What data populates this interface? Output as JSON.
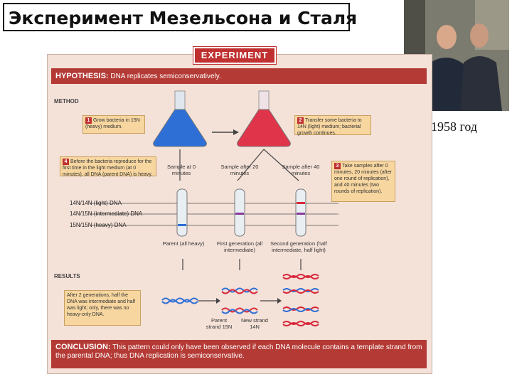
{
  "slide": {
    "title": "Эксперимент Мезельсона и Сталя",
    "photo_caption": "1958 год"
  },
  "figure": {
    "badge": "EXPERIMENT",
    "hypothesis_label": "HYPOTHESIS:",
    "hypothesis_text": "DNA replicates semiconservatively.",
    "method_label": "METHOD",
    "results_label": "RESULTS",
    "conclusion_label": "CONCLUSION:",
    "conclusion_text": "This pattern could only have been observed if each DNA molecule contains a template strand from the parental DNA; thus DNA replication is semiconservative.",
    "steps": [
      {
        "num": "1",
        "text": "Grow bacteria in 15N (heavy) medium."
      },
      {
        "num": "2",
        "text": "Transfer some bacteria to 14N (light) medium; bacterial growth continues."
      },
      {
        "num": "3",
        "text": "Take samples after 0 minutes, 20 minutes (after one round of replication), and 40 minutes (two rounds of replication)."
      },
      {
        "num": "4",
        "text": "Before the bacteria reproduce for the first time in the light medium (at 0 minutes), all DNA (parent DNA) is heavy."
      }
    ],
    "samples": [
      {
        "text": "Sample at 0 minutes"
      },
      {
        "text": "Sample after 20 minutes"
      },
      {
        "text": "Sample after 40 minutes"
      }
    ],
    "dna_types": [
      {
        "text": "14N/14N (light) DNA"
      },
      {
        "text": "14N/15N (intermediate) DNA"
      },
      {
        "text": "15N/15N (heavy) DNA"
      }
    ],
    "tube_captions": [
      {
        "text": "Parent (all heavy)"
      },
      {
        "text": "First generation (all intermediate)"
      },
      {
        "text": "Second generation (half intermediate, half light)"
      }
    ],
    "results_note": "After 2 generations, half the DNA was intermediate and half was light; only, there was no heavy-only DNA.",
    "legend": {
      "parent_strand": "Parent strand 15N",
      "new_strand": "New strand 14N"
    },
    "colors": {
      "heavy": "#2e6fd6",
      "light": "#d8283b",
      "accent": "#b43a35",
      "panel": "#f4e1d8"
    }
  }
}
